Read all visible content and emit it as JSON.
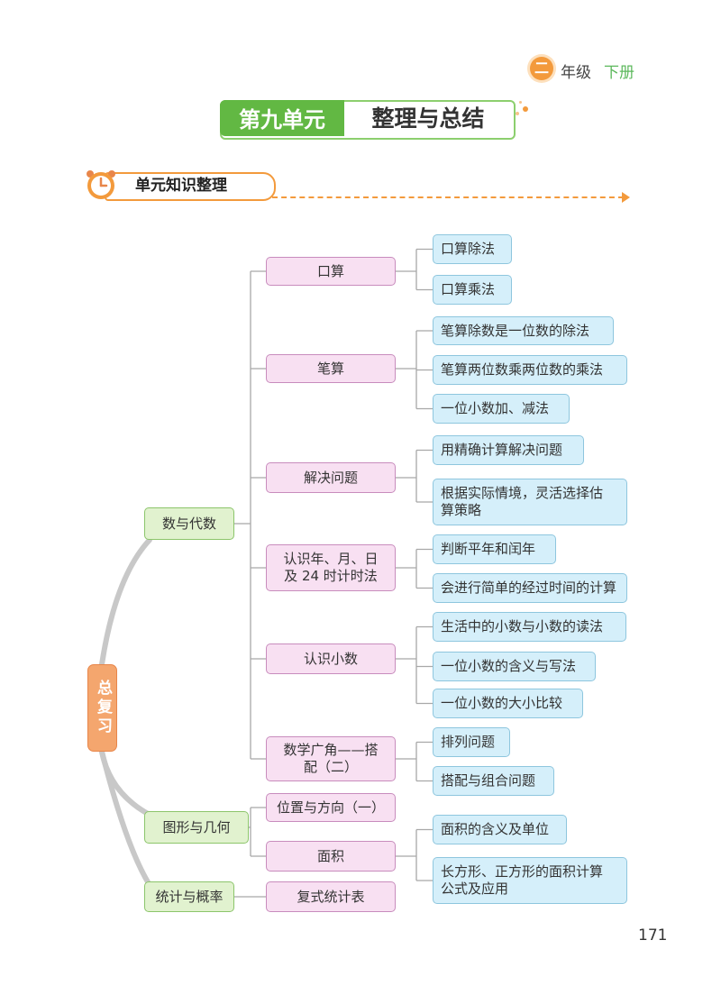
{
  "header": {
    "grade_number": "二",
    "grade_label": "年级",
    "grade_term": "下册",
    "unit_label": "第九单元",
    "unit_title": "整理与总结",
    "section_label": "单元知识整理"
  },
  "colors": {
    "accent_orange": "#f39a3c",
    "brand_green": "#62b843",
    "level1_fill": "#e1f2cf",
    "level2_fill": "#f8e0f2",
    "level3_fill": "#d5effa",
    "root_fill": "#f4a66e"
  },
  "diagram": {
    "root": "总复习",
    "domains": [
      {
        "label": "数与代数",
        "topics": [
          {
            "label": "口算",
            "items": [
              "口算除法",
              "口算乘法"
            ]
          },
          {
            "label": "笔算",
            "items": [
              "笔算除数是一位数的除法",
              "笔算两位数乘两位数的乘法",
              "一位小数加、减法"
            ]
          },
          {
            "label": "解决问题",
            "items": [
              "用精确计算解决问题",
              "根据实际情境，灵活选择估\n算策略"
            ]
          },
          {
            "label": "认识年、月、日\n及 24 时计时法",
            "items": [
              "判断平年和闰年",
              "会进行简单的经过时间的计算"
            ]
          },
          {
            "label": "认识小数",
            "items": [
              "生活中的小数与小数的读法",
              "一位小数的含义与写法",
              "一位小数的大小比较"
            ]
          },
          {
            "label": "数学广角——搭\n配（二）",
            "items": [
              "排列问题",
              "搭配与组合问题"
            ]
          }
        ]
      },
      {
        "label": "图形与几何",
        "topics": [
          {
            "label": "位置与方向（一）",
            "items": []
          },
          {
            "label": "面积",
            "items": [
              "面积的含义及单位",
              "长方形、正方形的面积计算\n公式及应用"
            ]
          }
        ]
      },
      {
        "label": "统计与概率",
        "topics": [
          {
            "label": "复式统计表",
            "items": []
          }
        ]
      }
    ]
  },
  "page_number": "171",
  "icons": {
    "section": "alarm-clock-icon"
  }
}
